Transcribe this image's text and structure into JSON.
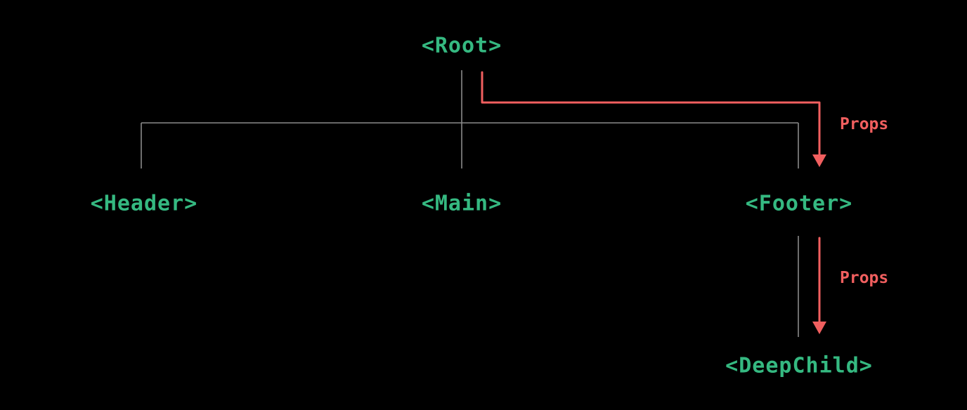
{
  "diagram": {
    "type": "component-tree",
    "description": "Component tree with props passed from Root to Footer and from Footer to DeepChild (prop drilling / context illustration)",
    "nodes": {
      "root": {
        "label": "<Root>"
      },
      "header": {
        "label": "<Header>"
      },
      "main": {
        "label": "<Main>"
      },
      "footer": {
        "label": "<Footer>"
      },
      "deepchild": {
        "label": "<DeepChild>"
      }
    },
    "tree_edges": [
      {
        "from": "Root",
        "to": "Header"
      },
      {
        "from": "Root",
        "to": "Main"
      },
      {
        "from": "Root",
        "to": "Footer"
      },
      {
        "from": "Footer",
        "to": "DeepChild"
      }
    ],
    "arrows": [
      {
        "label": "Props",
        "from": "Root",
        "to": "Footer"
      },
      {
        "label": "Props",
        "from": "Footer",
        "to": "DeepChild"
      }
    ],
    "colors": {
      "background": "#000000",
      "node_text": "#35b981",
      "tree_line": "#8a8a8a",
      "arrow": "#f15f5f"
    }
  }
}
